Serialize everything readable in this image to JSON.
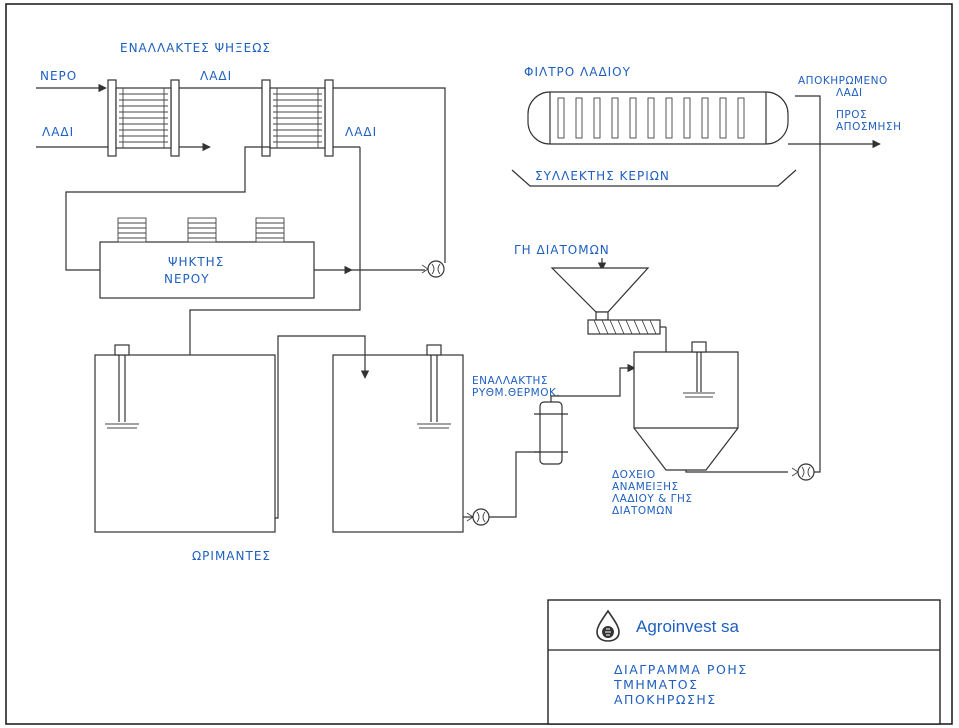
{
  "labels": {
    "heat_exchangers": "ΕΝΑΛΛΑΚΤΕΣ ΨΗΞΕΩΣ",
    "water": "ΝΕΡΟ",
    "oil_top": "ΛΑΔΙ",
    "oil_left": "ΛΑΔΙ",
    "oil_right": "ΛΑΔΙ",
    "water_cooler_1": "ΨΗΚΤΗΣ",
    "water_cooler_2": "ΝΕΡΟΥ",
    "maturators": "ΩΡΙΜΑΝΤΕΣ",
    "oil_filter": "ΦΙΛΤΡΟ ΛΑΔΙΟΥ",
    "dewaxed_oil_1": "ΑΠΟΚΗΡΩΜΕΝΟ",
    "dewaxed_oil_2": "ΛΑΔΙ",
    "to_deodor_1": "ΠΡΟΣ",
    "to_deodor_2": "ΑΠΟΣΜΗΣΗ",
    "collector": "ΣΥΛΛΕΚΤΗΣ ΚΕΡΙΩΝ",
    "diatom_earth": "ΓΗ ΔΙΑΤΟΜΩΝ",
    "exchanger_1": "ΕΝΑΛΛΑΚΤΗΣ",
    "exchanger_2": "ΡΥΘΜ.ΘΕΡΜΟΚ.",
    "tank_1": "ΔΟΧΕΙΟ",
    "tank_2": "ΑΝΑΜΕΙΞΗΣ",
    "tank_3": "ΛΑΔΙΟΥ & ΓΗΣ",
    "tank_4": "ΔΙΑΤΟΜΩΝ"
  },
  "title_block": {
    "company": "Agroinvest sa",
    "title_1": "ΔΙΑΓΡΑΜΜΑ ΡΟΗΣ",
    "title_2": "ΤΜΗΜΑΤΟΣ",
    "title_3": "ΑΠΟΚΗΡΩΣΗΣ"
  },
  "colors": {
    "label": "#1f5fbf",
    "line": "#333333"
  },
  "icons": [
    "pump-icon",
    "agroinvest-logo-icon"
  ]
}
